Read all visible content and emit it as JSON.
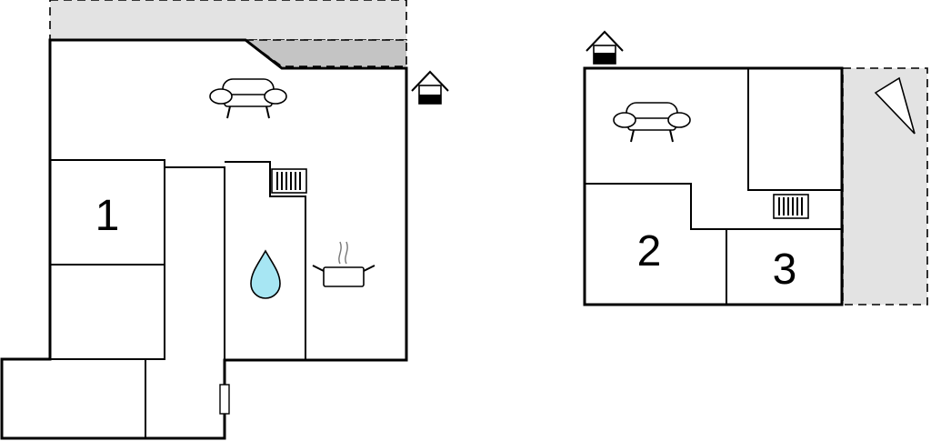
{
  "floorplan": {
    "ground_floor": {
      "bedroom_label": "1"
    },
    "upper_floor": {
      "bedroom_a_label": "2",
      "bedroom_b_label": "3"
    }
  },
  "icons": [
    "house-entrance-icon",
    "sofa-icon",
    "radiator-icon",
    "bathroom-water-drop-icon",
    "kitchen-cooking-pot-icon",
    "door-icon",
    "compass-north-arrow-icon"
  ],
  "colors": {
    "walls": "#000000",
    "terrace": "#e3e3e3",
    "roof_overhang": "#c4c4c4",
    "water": "#a7e6f3"
  }
}
